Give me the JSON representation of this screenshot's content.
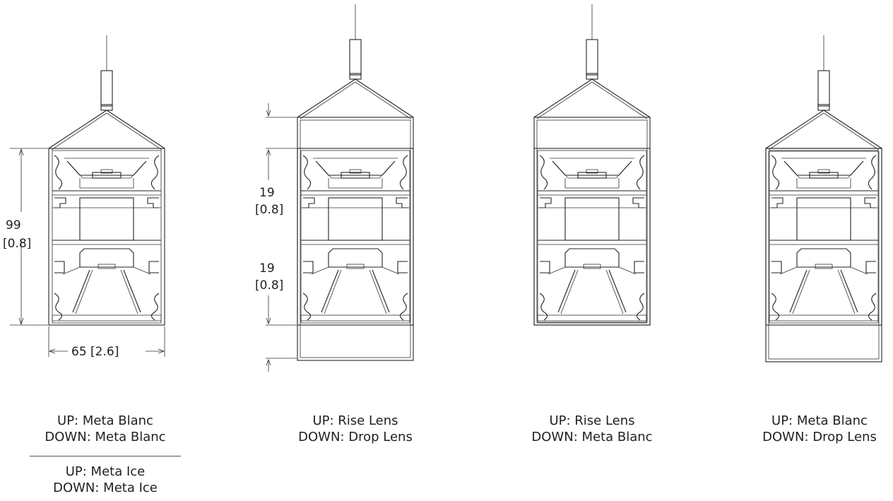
{
  "dimensions": {
    "height_mm": "99",
    "height_in": "[0.8]",
    "width_label": "65 [2.6]",
    "upper_extension_mm": "19",
    "upper_extension_in": "[0.8]",
    "lower_extension_mm": "19",
    "lower_extension_in": "[0.8]"
  },
  "variants": [
    {
      "up": "UP: Meta Blanc",
      "down": "DOWN: Meta Blanc",
      "alt_up": "UP: Meta Ice",
      "alt_down": "DOWN: Meta Ice"
    },
    {
      "up": "UP: Rise Lens",
      "down": "DOWN: Drop Lens"
    },
    {
      "up": "UP: Rise Lens",
      "down": "DOWN: Meta Blanc"
    },
    {
      "up": "UP: Meta Blanc",
      "down": "DOWN: Drop Lens"
    }
  ]
}
